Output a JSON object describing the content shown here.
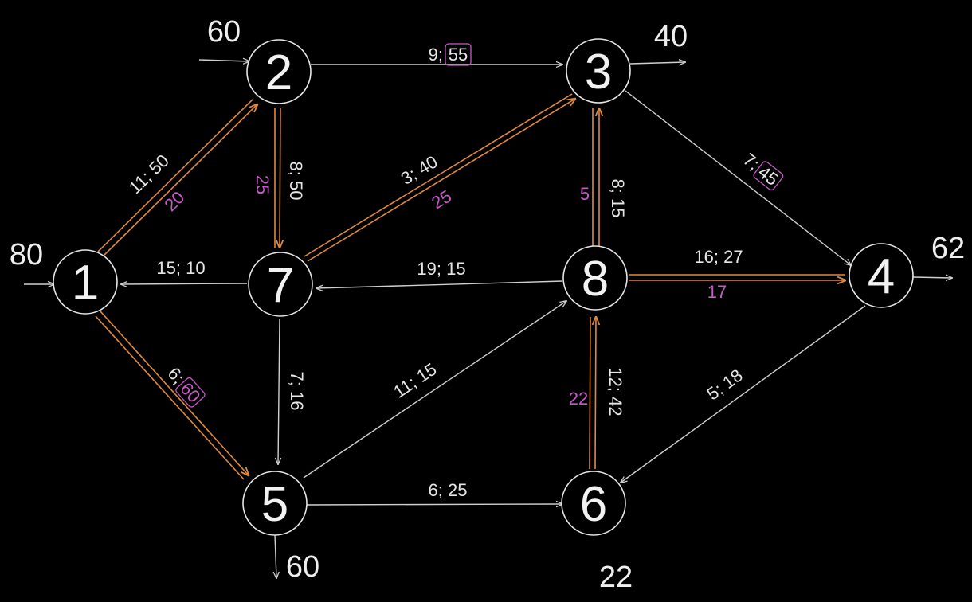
{
  "colors": {
    "background": "#000000",
    "edge": "#cfcfcf",
    "flow_edge": "#e08a3c",
    "flow_value": "#c35cc3",
    "node_stroke": "#e6e6e6",
    "text": "#eeeeee"
  },
  "nodes": [
    {
      "id": "1",
      "label": "1"
    },
    {
      "id": "2",
      "label": "2"
    },
    {
      "id": "3",
      "label": "3"
    },
    {
      "id": "4",
      "label": "4"
    },
    {
      "id": "5",
      "label": "5"
    },
    {
      "id": "6",
      "label": "6"
    },
    {
      "id": "7",
      "label": "7"
    },
    {
      "id": "8",
      "label": "8"
    }
  ],
  "external": {
    "n1": "80",
    "n2": "60",
    "n3": "40",
    "n4": "62",
    "n5": "60",
    "n6": "22"
  },
  "edges": [
    {
      "id": "e1-2",
      "from": "1",
      "to": "2",
      "label": "11; 50",
      "flow": "20",
      "highlighted": true
    },
    {
      "id": "e1-5",
      "from": "1",
      "to": "5",
      "label_prefix": "6;",
      "boxed": "60",
      "highlighted": true
    },
    {
      "id": "e7-1",
      "from": "7",
      "to": "1",
      "label": "15; 10",
      "highlighted": false
    },
    {
      "id": "e2-3",
      "from": "2",
      "to": "3",
      "label_prefix": "9;",
      "boxed": "55",
      "highlighted": false
    },
    {
      "id": "e2-7",
      "from": "2",
      "to": "7",
      "label": "8; 50",
      "flow": "25",
      "highlighted": true
    },
    {
      "id": "e7-3",
      "from": "7",
      "to": "3",
      "label": "3; 40",
      "flow": "25",
      "highlighted": true
    },
    {
      "id": "e3-4",
      "from": "3",
      "to": "4",
      "label_prefix": "7;",
      "boxed": "45",
      "highlighted": false
    },
    {
      "id": "e8-3",
      "from": "8",
      "to": "3",
      "label": "8; 15",
      "flow": "5",
      "highlighted": true
    },
    {
      "id": "e8-7",
      "from": "8",
      "to": "7",
      "label": "19; 15",
      "highlighted": false
    },
    {
      "id": "e8-4",
      "from": "8",
      "to": "4",
      "label": "16; 27",
      "flow": "17",
      "highlighted": true
    },
    {
      "id": "e7-5",
      "from": "7",
      "to": "5",
      "label": "7; 16",
      "highlighted": false
    },
    {
      "id": "e5-8",
      "from": "5",
      "to": "8",
      "label": "11; 15",
      "highlighted": false
    },
    {
      "id": "e5-6",
      "from": "5",
      "to": "6",
      "label": "6; 25",
      "highlighted": false
    },
    {
      "id": "e6-8",
      "from": "6",
      "to": "8",
      "label": "12; 42",
      "flow": "22",
      "highlighted": true
    },
    {
      "id": "e4-6",
      "from": "4",
      "to": "6",
      "label": "5; 18",
      "highlighted": false
    }
  ]
}
